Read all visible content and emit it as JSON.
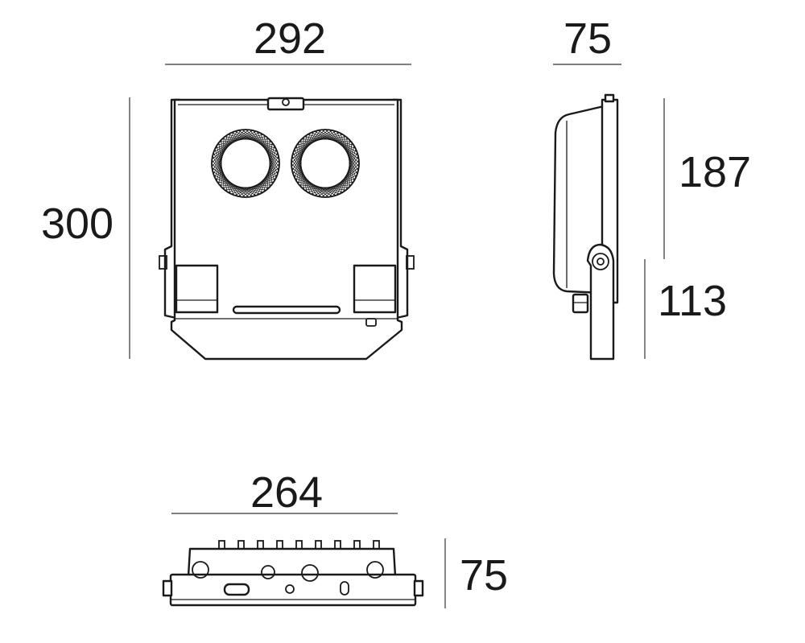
{
  "dimensions": {
    "front_width": "292",
    "front_height": "300",
    "side_depth": "75",
    "side_upper": "187",
    "side_lower": "113",
    "bottom_width": "264",
    "bottom_depth": "75"
  },
  "colors": {
    "line": "#1a1a1a",
    "dimension_line": "#333333",
    "background": "#ffffff"
  }
}
